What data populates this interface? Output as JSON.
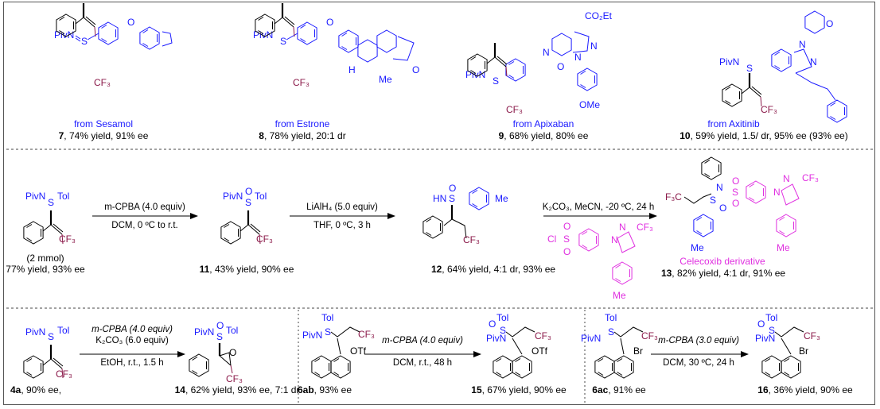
{
  "row1": [
    {
      "source": "from Sesamol",
      "compound": "7",
      "result": ", 74% yield, 91% ee"
    },
    {
      "source": "from Estrone",
      "compound": "8",
      "result": ", 78% yield, 20:1 dr"
    },
    {
      "source": "from Apixaban",
      "compound": "9",
      "result": ", 68% yield, 80% ee"
    },
    {
      "source": "from Axitinib",
      "compound": "10",
      "result": ", 59% yield, 1.5/ dr, 95% ee (93% ee)"
    }
  ],
  "row1_labels": {
    "pivn": "PivN",
    "s": "S",
    "cf3": "CF₃",
    "o": "O",
    "h": "H",
    "me": "Me",
    "co2et": "CO₂Et",
    "n": "N",
    "ome": "OMe"
  },
  "row2": {
    "start": {
      "scale": "(2 mmol)",
      "result": "77% yield, 93% ee"
    },
    "step1": {
      "reagent": "m-CPBA (4.0 equiv)",
      "conditions": "DCM, 0 ºC to r.t."
    },
    "p11": {
      "compound": "11",
      "result": ", 43% yield, 90% ee"
    },
    "step2": {
      "reagent": "LiAlH₄ (5.0 equiv)",
      "conditions": "THF, 0 ºC, 3 h"
    },
    "p12": {
      "compound": "12",
      "result": ", 64% yield, 4:1 dr, 93% ee"
    },
    "step3": {
      "conditions": "K₂CO₃, MeCN, -20 ºC, 24 h"
    },
    "p13": {
      "name": "Celecoxib derivative",
      "compound": "13",
      "result": ", 82% yield, 4:1 dr, 91% ee"
    },
    "labels": {
      "pivn": "PivN",
      "s": "S",
      "tol": "Tol",
      "o": "O",
      "cf3": "CF₃",
      "f3c": "F₃C",
      "hn": "HN",
      "me": "Me",
      "cl": "Cl",
      "n": "N"
    }
  },
  "row3": {
    "a": {
      "compound": "4a",
      "result": ", 90% ee,"
    },
    "a_step": {
      "reagent": "m-CPBA  (4.0 equiv)",
      "base": "K₂CO₃ (6.0 equiv)",
      "conditions": "EtOH, r.t., 1.5 h"
    },
    "p14": {
      "compound": "14",
      "result": ", 62% yield, 93% ee, 7:1 dr"
    },
    "b": {
      "compound": "6ab",
      "result": ", 93% ee"
    },
    "b_step": {
      "reagent": "m-CPBA  (4.0 equiv)",
      "conditions": "DCM, r.t., 48 h"
    },
    "p15": {
      "compound": "15",
      "result": ", 67% yield, 90% ee"
    },
    "c": {
      "compound": "6ac",
      "result": ", 91% ee"
    },
    "c_step": {
      "reagent": "m-CPBA  (3.0 equiv)",
      "conditions": "DCM, 30 ºC, 24 h"
    },
    "p16": {
      "compound": "16",
      "result": ",  36% yield, 90% ee"
    },
    "labels": {
      "pivn": "PivN",
      "s": "S",
      "tol": "Tol",
      "o": "O",
      "cf3": "CF₃",
      "otf": "OTf",
      "br": "Br"
    }
  },
  "colors": {
    "sulfur_group": "#1a1aff",
    "cf3": "#8b1a4a",
    "celecoxib": "#e030e0"
  }
}
